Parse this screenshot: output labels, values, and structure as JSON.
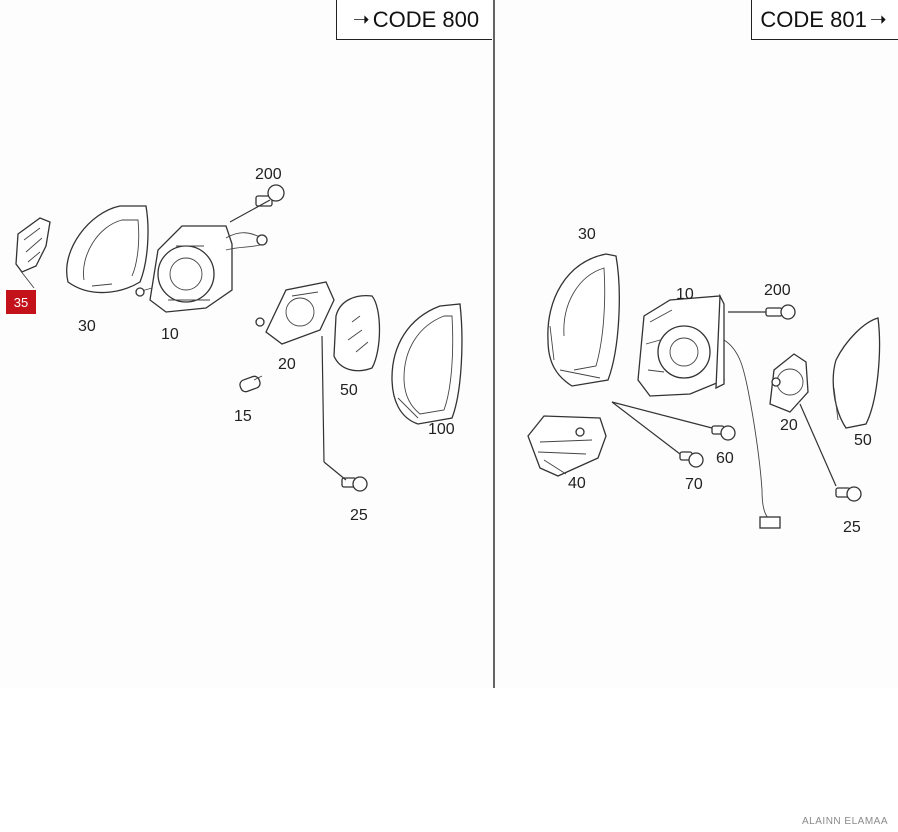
{
  "left_panel": {
    "code_label": "CODE 800",
    "parts": [
      "200",
      "30",
      "10",
      "35",
      "20",
      "15",
      "50",
      "100",
      "25"
    ]
  },
  "right_panel": {
    "code_label": "CODE 801",
    "parts": [
      "30",
      "10",
      "200",
      "20",
      "50",
      "40",
      "60",
      "70",
      "25"
    ]
  },
  "highlighted_part": "35",
  "highlight_color": "#c4121a",
  "arrow_icon": "right-arrow-icon",
  "watermark": "ALAINN ELAMAA"
}
